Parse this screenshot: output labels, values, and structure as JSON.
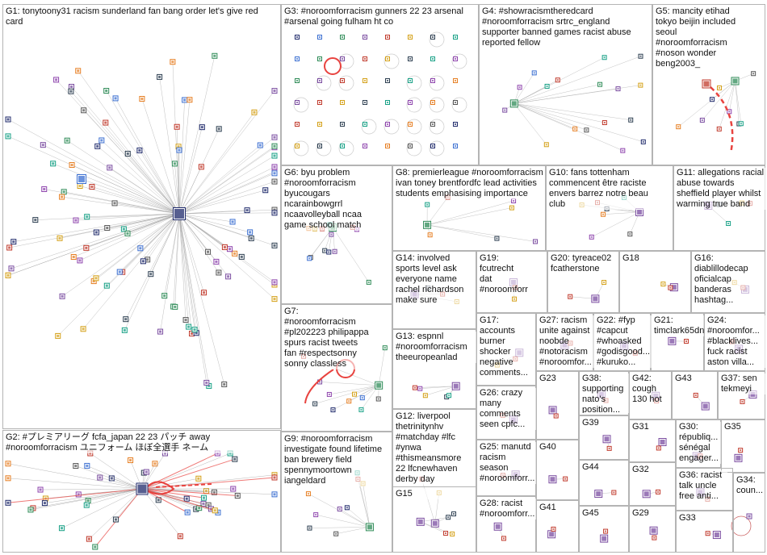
{
  "groups": [
    {
      "id": "G1",
      "label": "G1: tonytoony31 racism sunderland fan bang order let's give red card"
    },
    {
      "id": "G2",
      "label": "G2: #プレミアリーグ fcfa_japan 22 23 パッチ away #noroomforracism ユニフォーム ほぼ全選手 ネーム"
    },
    {
      "id": "G3",
      "label": "G3: #noroomforracism gunners 22 23 arsenal #arsenal going fulham ht co"
    },
    {
      "id": "G4",
      "label": "G4: #showracismtheredcard #noroomforracism srtrc_england supporter banned games racist abuse reported fellow"
    },
    {
      "id": "G5",
      "label": "G5: mancity etihad tokyo beijin included seoul #noroomforracism #noson wonder beng2003_"
    },
    {
      "id": "G6",
      "label": "G6: byu problem #noroomforracism byucougars ncarainbowgrrl ncaavolleyball ncaa game school match"
    },
    {
      "id": "G7",
      "label": "G7: #noroomforracism #pl202223 philipappa spurs racist tweets fan #respectsonny sonny classless"
    },
    {
      "id": "G8",
      "label": "G8: premierleague #noroomforracism ivan toney brentfordfc lead activities students emphasising importance"
    },
    {
      "id": "G9",
      "label": "G9: #noroomforracism investigate found lifetime ban brewery field spennymoortown iangeldard"
    },
    {
      "id": "G10",
      "label": "G10: fans tottenham commencent être raciste envers barrez notre beau club"
    },
    {
      "id": "G11",
      "label": "G11: allegations racial abuse towards sheffield player whilst warming true band"
    },
    {
      "id": "G12",
      "label": "G12: liverpool thetrinitynhv #matchday #lfc #ynwa #thismeansmore 22 lfcnewhaven derby day"
    },
    {
      "id": "G13",
      "label": "G13: espnnl #noroomforracism theeuropeanlad"
    },
    {
      "id": "G14",
      "label": "G14: involved sports level ask everyone name rachel richardson make sure"
    },
    {
      "id": "G15",
      "label": "G15"
    },
    {
      "id": "G16",
      "label": "G16: diablillodecap oficialcap banderas hashtag..."
    },
    {
      "id": "G17",
      "label": "G17: accounts burner shocker negative comments..."
    },
    {
      "id": "G18",
      "label": "G18"
    },
    {
      "id": "G19",
      "label": "G19: fcutrecht dat #noroomforrac..."
    },
    {
      "id": "G20",
      "label": "G20: tyreace02 fcatherstone"
    },
    {
      "id": "G21",
      "label": "G21: timclark65dn"
    },
    {
      "id": "G22",
      "label": "G22: #fyp #capcut #whoasked #godisgood... #kuruko..."
    },
    {
      "id": "G23",
      "label": "G23"
    },
    {
      "id": "G24",
      "label": "G24: #noroomfor... #blacklives... fuck racist aston villa..."
    },
    {
      "id": "G25",
      "label": "G25: manutd racism season #noroomforr..."
    },
    {
      "id": "G26",
      "label": "G26: crazy many comments seen cpfc..."
    },
    {
      "id": "G27",
      "label": "G27: racism unite against noobde #notoracism #noroomfor..."
    },
    {
      "id": "G28",
      "label": "G28: racist #noroomforr..."
    },
    {
      "id": "G29",
      "label": "G29"
    },
    {
      "id": "G30",
      "label": "G30: républiq... sénégal engager..."
    },
    {
      "id": "G31",
      "label": "G31"
    },
    {
      "id": "G32",
      "label": "G32"
    },
    {
      "id": "G33",
      "label": "G33"
    },
    {
      "id": "G34",
      "label": "G34: coun..."
    },
    {
      "id": "G35",
      "label": "G35"
    },
    {
      "id": "G36",
      "label": "G36: racist talk uncle free anti..."
    },
    {
      "id": "G37",
      "label": "G37: sen tekmeyi"
    },
    {
      "id": "G38",
      "label": "G38: supporting nato's position..."
    },
    {
      "id": "G39",
      "label": "G39"
    },
    {
      "id": "G40",
      "label": "G40"
    },
    {
      "id": "G41",
      "label": "G41"
    },
    {
      "id": "G42",
      "label": "G42: cough 130 hot"
    },
    {
      "id": "G43",
      "label": "G43"
    },
    {
      "id": "G44",
      "label": "G44"
    },
    {
      "id": "G45",
      "label": "G45"
    }
  ],
  "colors": {
    "edge": "#888888",
    "edge_strong": "#e8433f",
    "panel_border": "#b4b4b4",
    "node_dark": "#1f2a6b"
  }
}
